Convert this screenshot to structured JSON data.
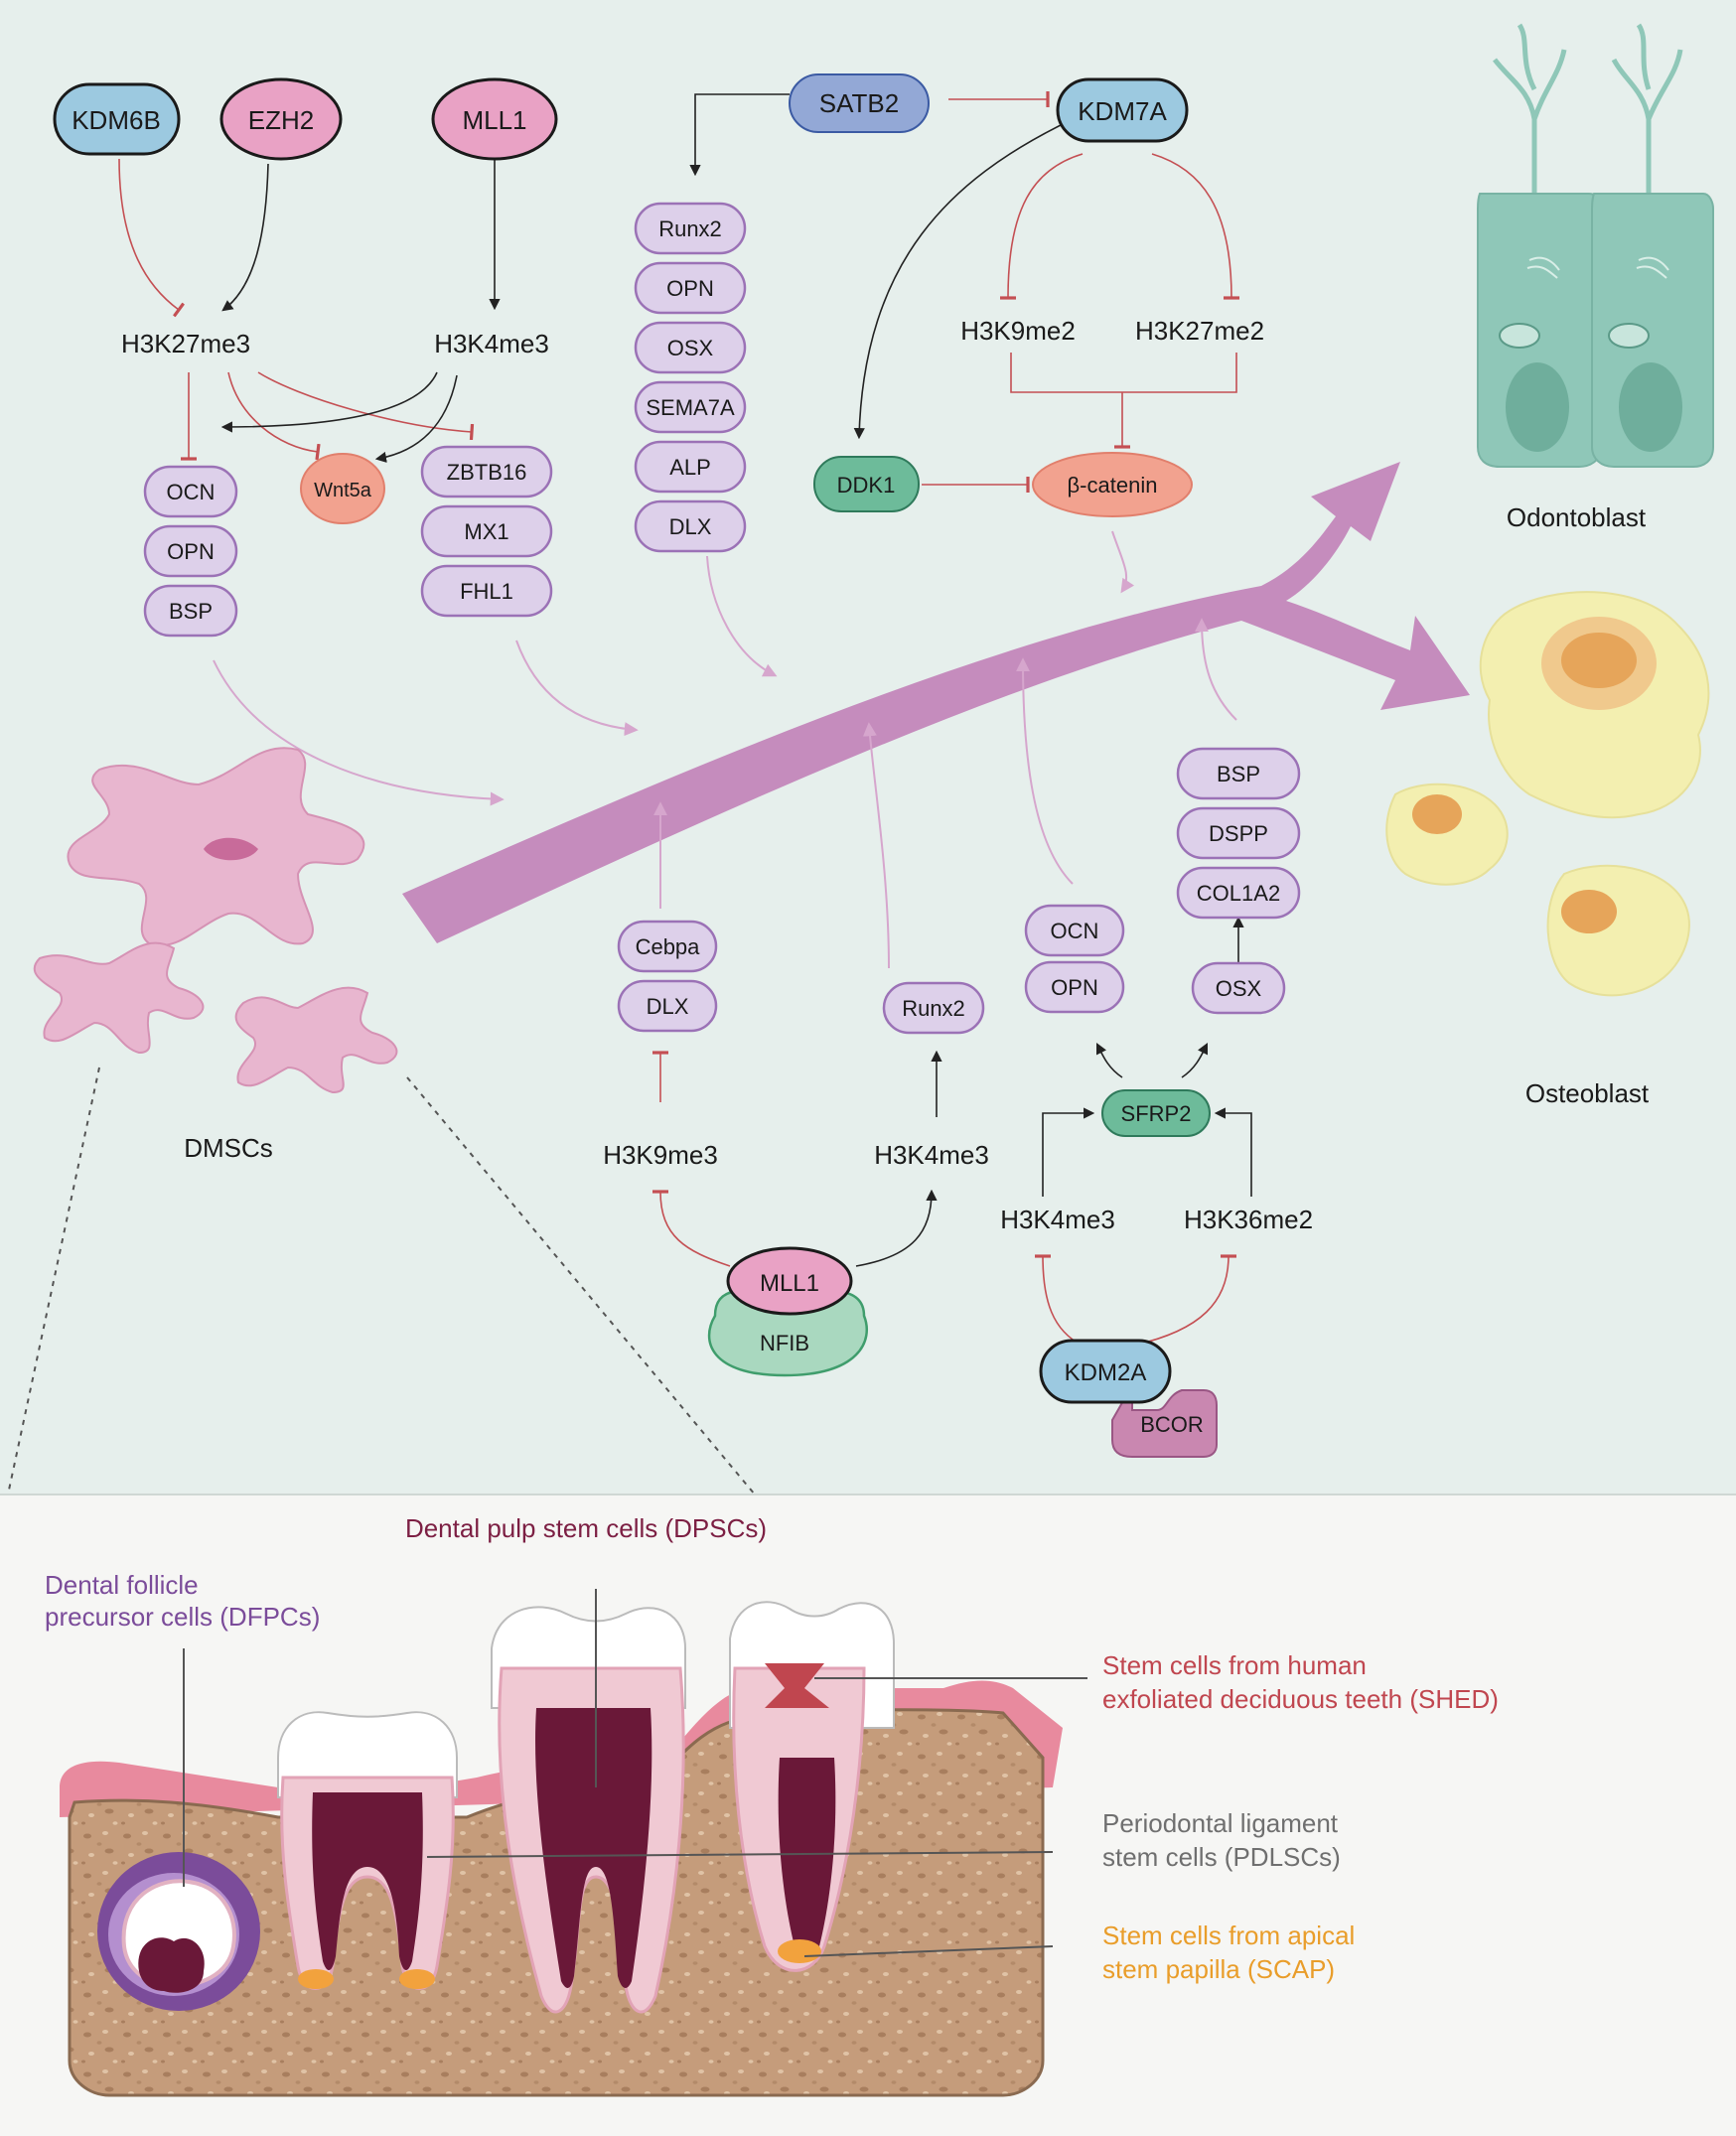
{
  "colors": {
    "panel_top": "#e6efec",
    "panel_bottom": "#f6f6f4",
    "blue_node": "#9cc9e0",
    "pink_node": "#e9a2c5",
    "purple_chip": "#ddd0ea",
    "purple_chip_stroke": "#9b72b6",
    "green_node": "#6dbb9a",
    "salmon_node": "#f2a28f",
    "slate_node": "#93a8d6",
    "inhibit_line": "#c44f53",
    "activate_line": "#222222",
    "faint_arrow": "#d6a6cd",
    "main_arrow": "#c58cbd",
    "odontoblast": "#8fc7b8",
    "osteoblast": "#f3efb0",
    "dmsc_cell": "#e8b6cf",
    "label_dpsc": "#7c1f43",
    "label_dfpc": "#7b4c9a",
    "label_shed": "#c0464f",
    "label_pdlsc": "#6f6f6f",
    "label_scap": "#e99d2a",
    "bone": "#c59c7b"
  },
  "regulators": {
    "kdm6b": "KDM6B",
    "ezh2": "EZH2",
    "mll1_top": "MLL1",
    "satb2": "SATB2",
    "kdm7a": "KDM7A",
    "ddk1": "DDK1",
    "beta_catenin": "β-catenin",
    "wnt5a": "Wnt5a",
    "mll1_bottom": "MLL1",
    "nfib": "NFIB",
    "kdm2a": "KDM2A",
    "bcor": "BCOR",
    "sfrp2": "SFRP2"
  },
  "marks": {
    "h3k27me3": "H3K27me3",
    "h3k4me3_top": "H3K4me3",
    "h3k9me2": "H3K9me2",
    "h3k27me2": "H3K27me2",
    "h3k9me3": "H3K9me3",
    "h3k4me3_mid": "H3K4me3",
    "h3k4me3_low": "H3K4me3",
    "h3k36me2": "H3K36me2"
  },
  "gene_groups": {
    "left_col": [
      "OCN",
      "OPN",
      "BSP"
    ],
    "zbtb_col": [
      "ZBTB16",
      "MX1",
      "FHL1"
    ],
    "satb2_col": [
      "Runx2",
      "OPN",
      "OSX",
      "SEMA7A",
      "ALP",
      "DLX"
    ],
    "cebpa_col": [
      "Cebpa",
      "DLX"
    ],
    "runx2_single": [
      "Runx2"
    ],
    "ocn_col": [
      "OCN",
      "OPN"
    ],
    "osx_single": [
      "OSX"
    ],
    "bsp_col": [
      "BSP",
      "DSPP",
      "COL1A2"
    ]
  },
  "cell_labels": {
    "odontoblast": "Odontoblast",
    "osteoblast": "Osteoblast",
    "dmscs": "DMSCs"
  },
  "teeth_labels": {
    "dpsc": "Dental pulp stem cells (DPSCs)",
    "dfpc_line1": "Dental follicle",
    "dfpc_line2": "precursor cells (DFPCs)",
    "shed_line1": "Stem cells from human",
    "shed_line2": "exfoliated deciduous teeth (SHED)",
    "pdlsc_line1": "Periodontal ligament",
    "pdlsc_line2": "stem cells (PDLSCs)",
    "scap_line1": "Stem cells from apical",
    "scap_line2": "stem papilla (SCAP)"
  }
}
